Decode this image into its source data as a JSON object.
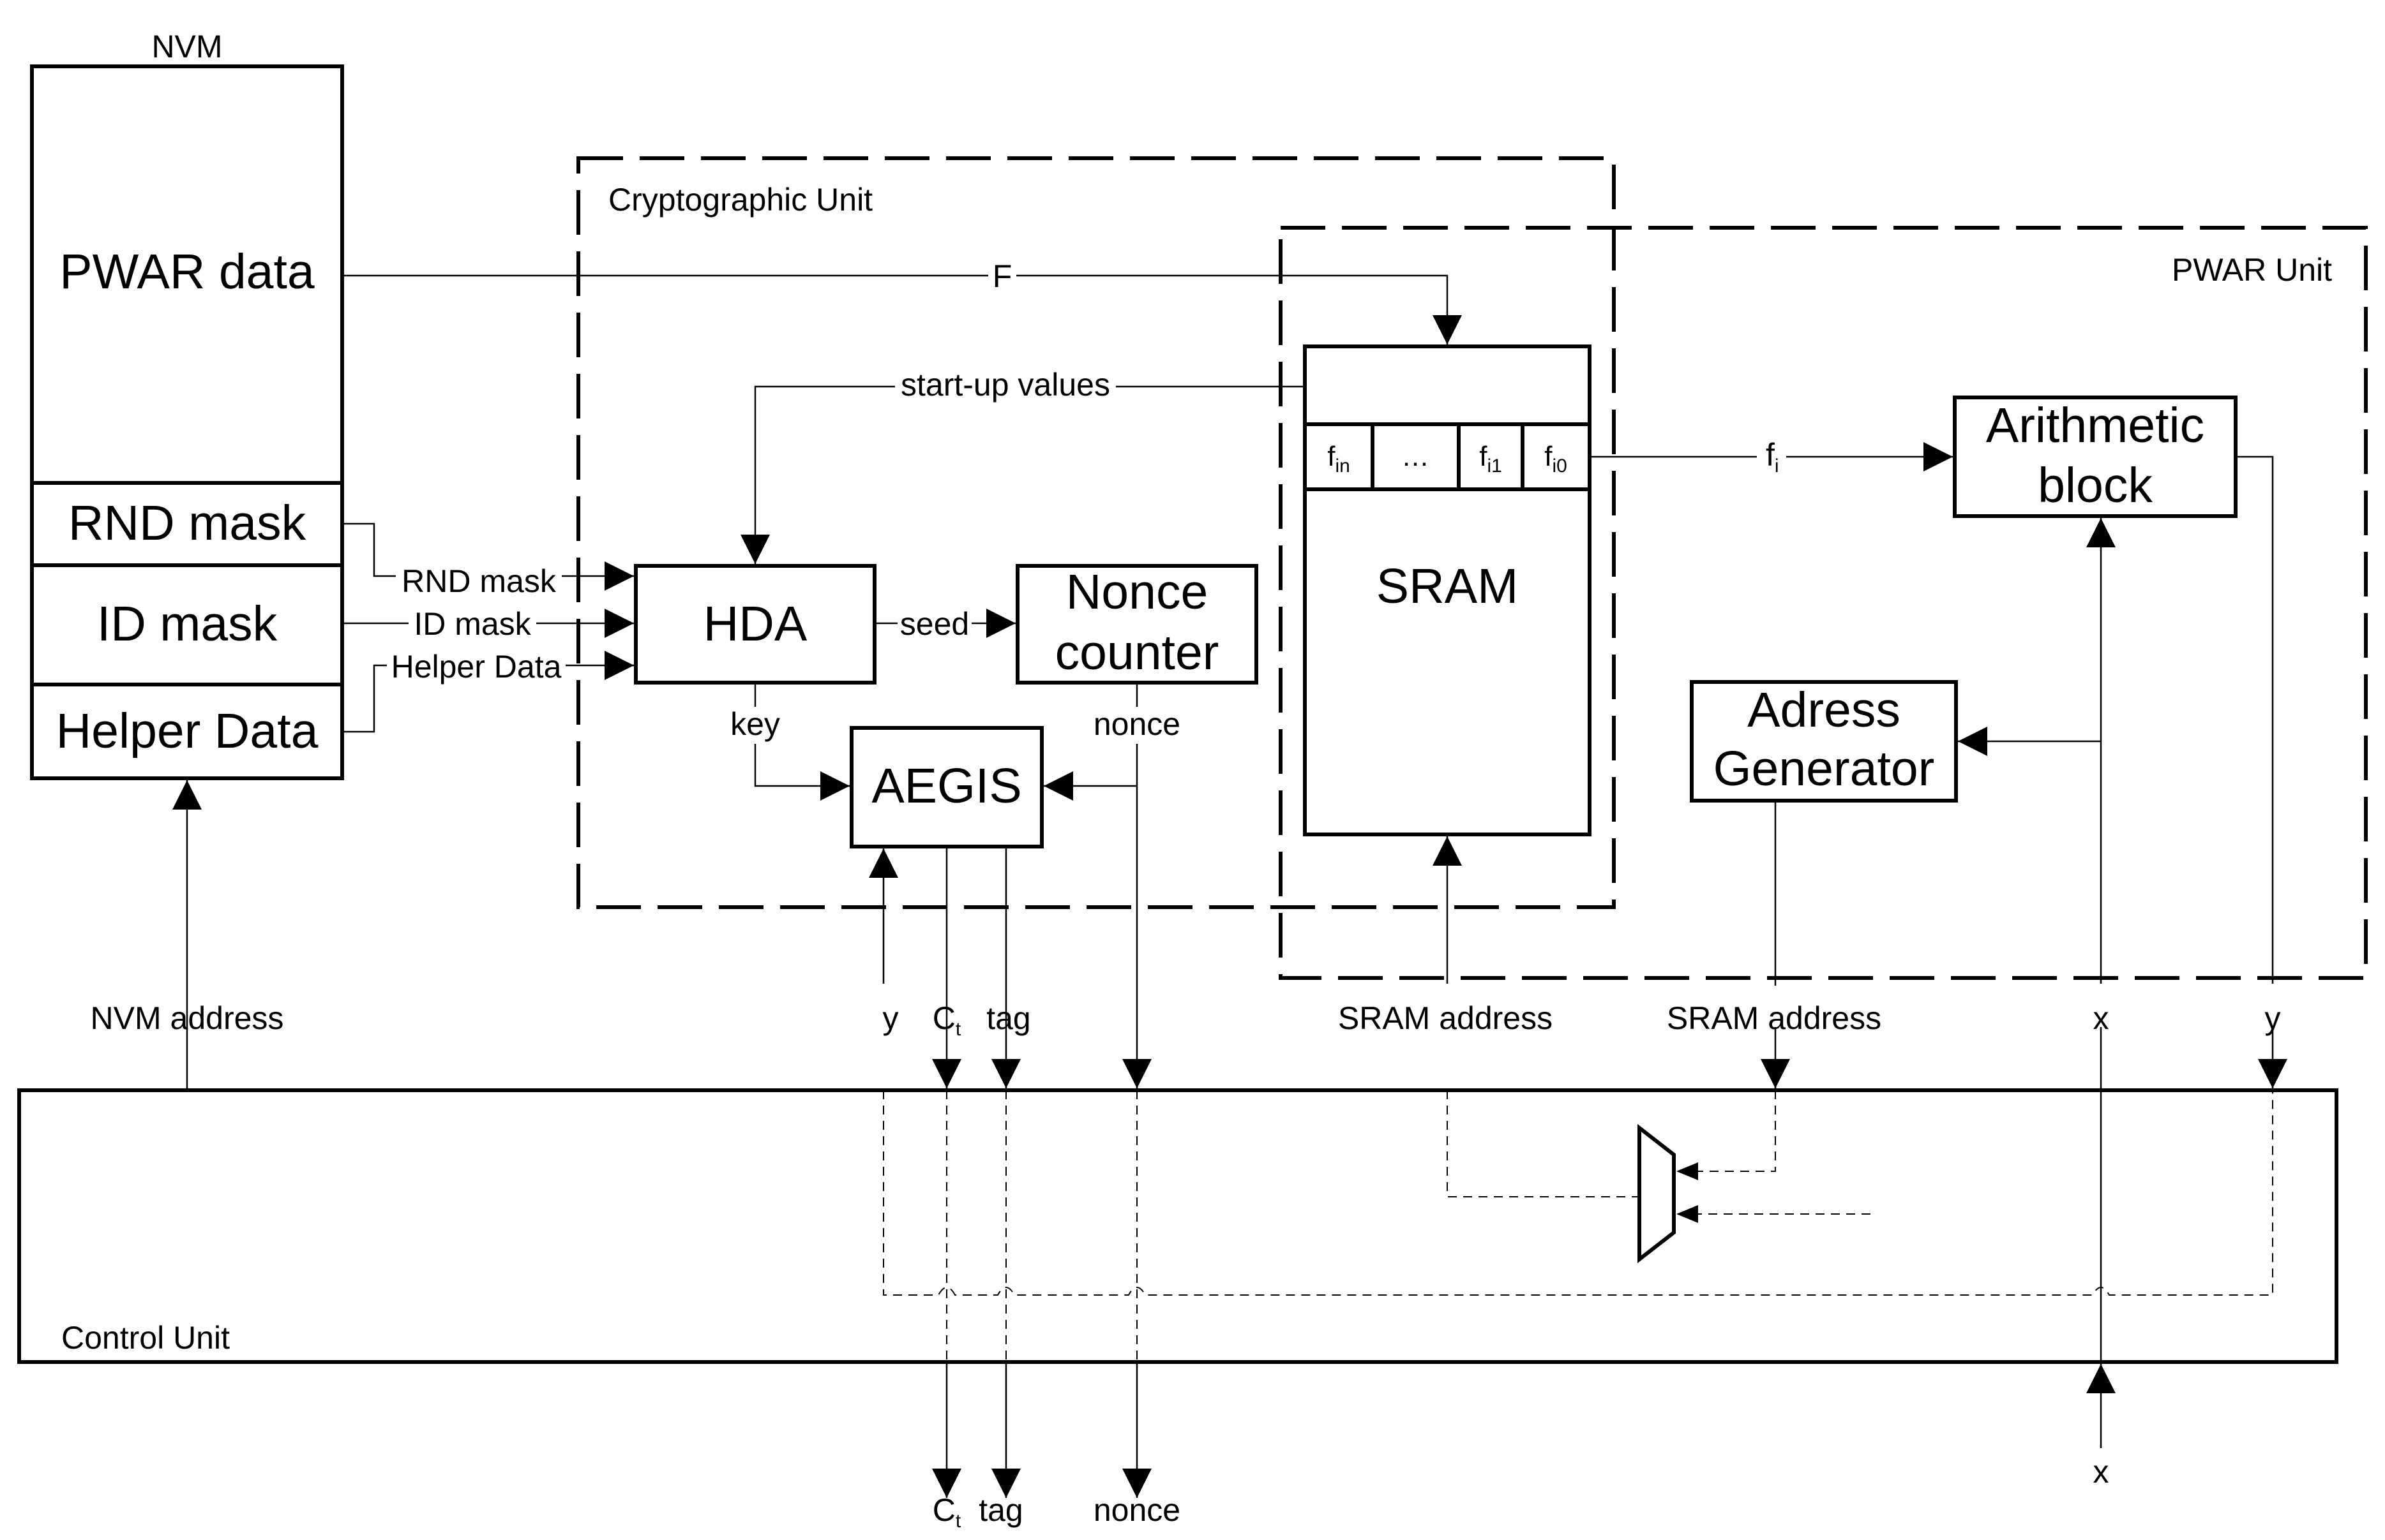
{
  "nvm": {
    "title": "NVM",
    "pwar_data": "PWAR data",
    "rnd_mask": "RND mask",
    "id_mask": "ID mask",
    "helper_data": "Helper Data"
  },
  "crypto_unit": {
    "title": "Cryptographic Unit",
    "hda": "HDA",
    "nonce_counter": [
      "Nonce",
      "counter"
    ],
    "aegis": "AEGIS"
  },
  "pwar_unit": {
    "title": "PWAR Unit",
    "sram": "SRAM",
    "sram_cells": [
      {
        "base": "f",
        "sub": "in"
      },
      {
        "base": "…",
        "sub": ""
      },
      {
        "base": "f",
        "sub": "i1"
      },
      {
        "base": "f",
        "sub": "i0"
      }
    ],
    "arithmetic_block": [
      "Arithmetic",
      "block"
    ],
    "address_generator": [
      "Adress",
      "Generator"
    ]
  },
  "control_unit": {
    "title": "Control Unit"
  },
  "signals": {
    "F": "F",
    "startup_values": "start-up values",
    "fi_base": "f",
    "fi_sub": "i",
    "rnd_mask": "RND mask",
    "id_mask": "ID mask",
    "helper_data": "Helper Data",
    "seed": "seed",
    "key": "key",
    "nonce": "nonce",
    "nvm_address": "NVM address",
    "y": "y",
    "ct_base": "C",
    "ct_sub": "t",
    "tag": "tag",
    "sram_address": "SRAM address",
    "x": "x"
  }
}
